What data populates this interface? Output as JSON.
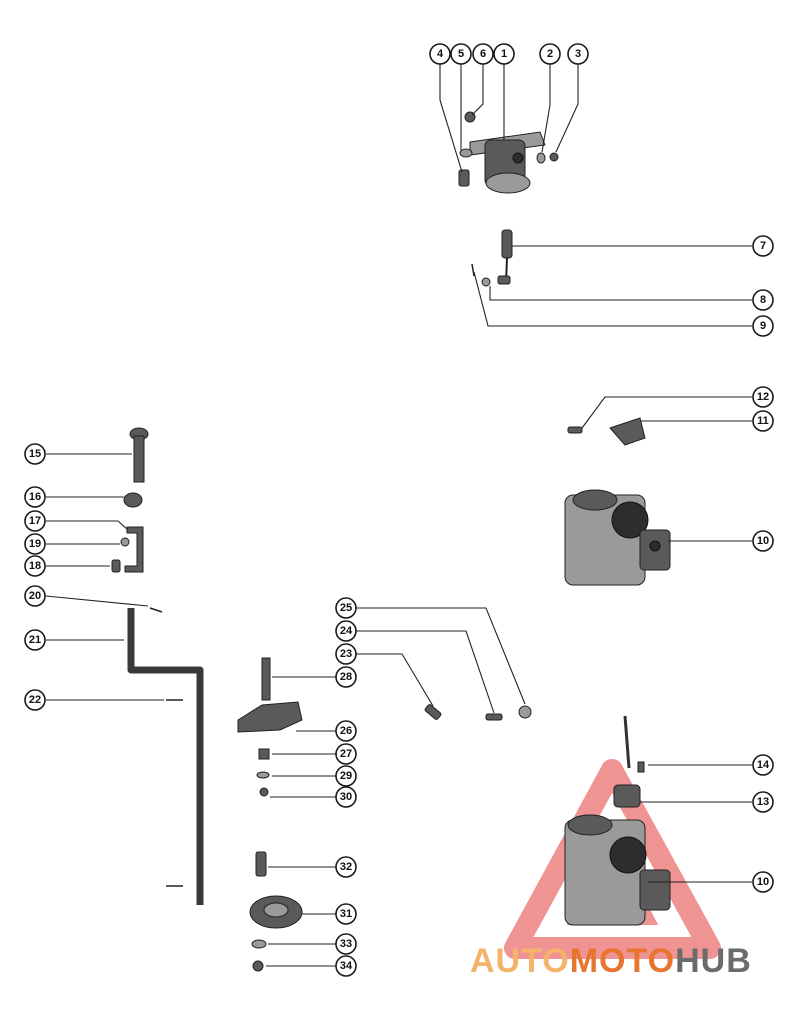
{
  "callouts": [
    {
      "id": "c4",
      "label": "4"
    },
    {
      "id": "c5",
      "label": "5"
    },
    {
      "id": "c6",
      "label": "6"
    },
    {
      "id": "c1",
      "label": "1"
    },
    {
      "id": "c2",
      "label": "2"
    },
    {
      "id": "c3",
      "label": "3"
    },
    {
      "id": "c7",
      "label": "7"
    },
    {
      "id": "c8",
      "label": "8"
    },
    {
      "id": "c9",
      "label": "9"
    },
    {
      "id": "c12",
      "label": "12"
    },
    {
      "id": "c11",
      "label": "11"
    },
    {
      "id": "c10a",
      "label": "10"
    },
    {
      "id": "c15",
      "label": "15"
    },
    {
      "id": "c16",
      "label": "16"
    },
    {
      "id": "c17",
      "label": "17"
    },
    {
      "id": "c19",
      "label": "19"
    },
    {
      "id": "c18",
      "label": "18"
    },
    {
      "id": "c20",
      "label": "20"
    },
    {
      "id": "c21",
      "label": "21"
    },
    {
      "id": "c22",
      "label": "22"
    },
    {
      "id": "c25",
      "label": "25"
    },
    {
      "id": "c24",
      "label": "24"
    },
    {
      "id": "c23",
      "label": "23"
    },
    {
      "id": "c28",
      "label": "28"
    },
    {
      "id": "c26",
      "label": "26"
    },
    {
      "id": "c27",
      "label": "27"
    },
    {
      "id": "c29",
      "label": "29"
    },
    {
      "id": "c30",
      "label": "30"
    },
    {
      "id": "c14",
      "label": "14"
    },
    {
      "id": "c13",
      "label": "13"
    },
    {
      "id": "c10b",
      "label": "10"
    },
    {
      "id": "c32",
      "label": "32"
    },
    {
      "id": "c31",
      "label": "31"
    },
    {
      "id": "c33",
      "label": "33"
    },
    {
      "id": "c34",
      "label": "34"
    }
  ],
  "watermark": {
    "part1": "AUTO",
    "part2": "MOTO",
    "part3": "HUB",
    "color1": "#f5b26b",
    "color2": "#e8742f",
    "color3": "#6b6b6b",
    "triangle_color": "#e23b3b"
  }
}
